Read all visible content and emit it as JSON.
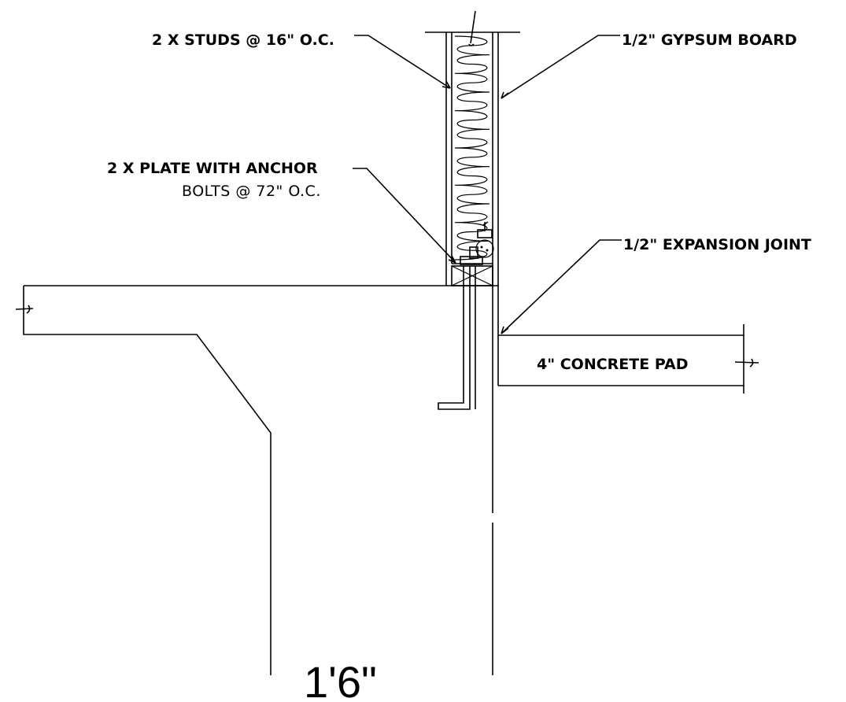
{
  "labels": {
    "studs": "2 X STUDS @ 16\" O.C.",
    "gypsum": "1/2\" GYPSUM BOARD",
    "plate_line1": "2 X  PLATE WITH ANCHOR",
    "plate_line2": "BOLTS @ 72\" O.C.",
    "expansion": "1/2\" EXPANSION JOINT",
    "pad": "4\" CONCRETE PAD"
  },
  "dimension": "1'6\""
}
